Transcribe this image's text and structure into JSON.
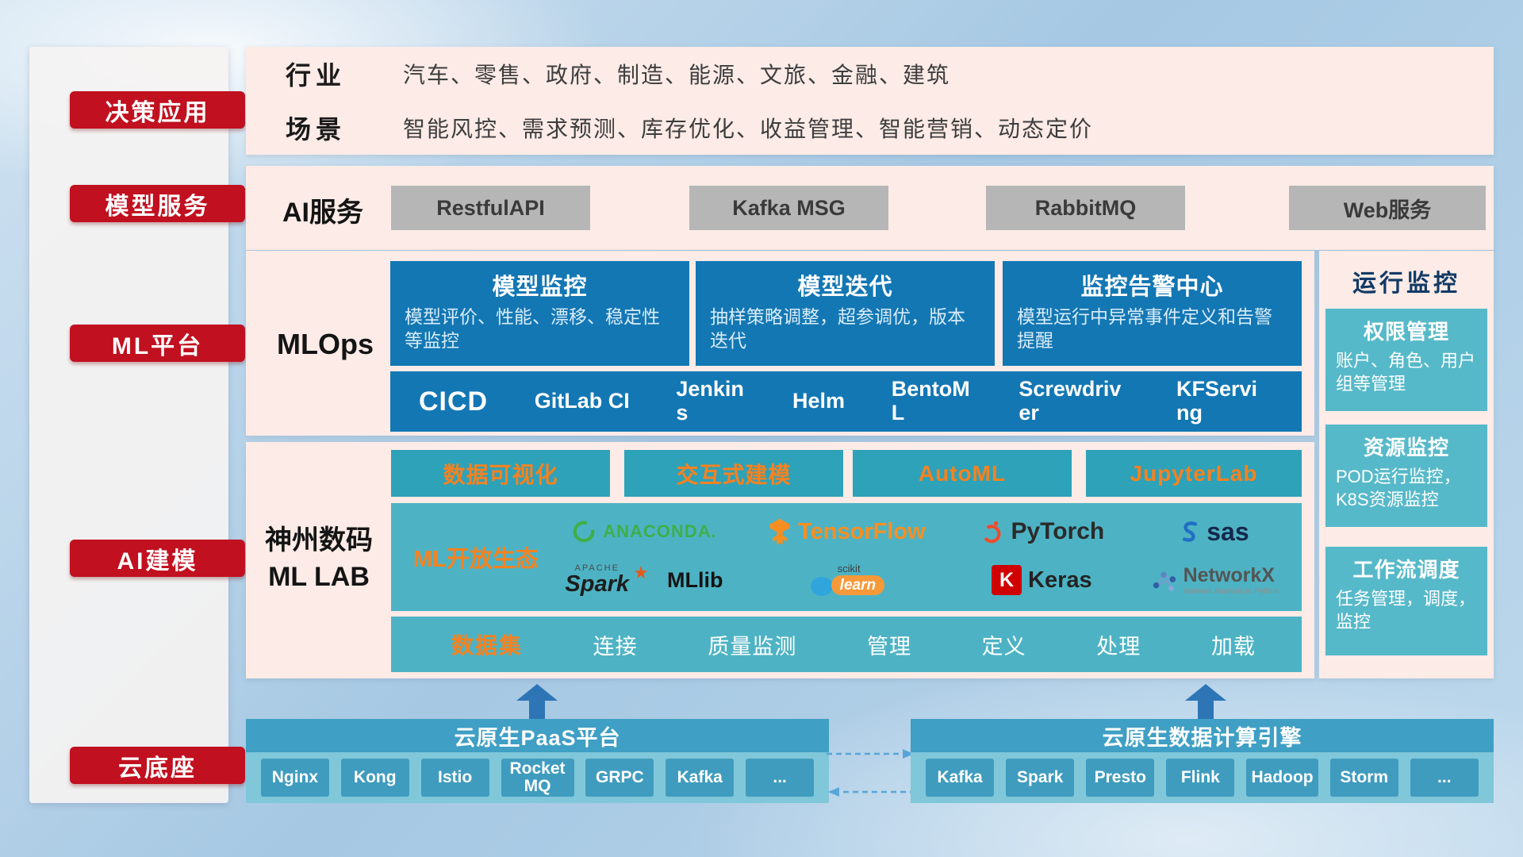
{
  "sidebar": {
    "items": [
      "决策应用",
      "模型服务",
      "ML平台",
      "AI建模",
      "云底座"
    ]
  },
  "overview": {
    "industry_label": "行业",
    "industry_value": "汽车、零售、政府、制造、能源、文旅、金融、建筑",
    "scene_label": "场景",
    "scene_value": "智能风控、需求预测、库存优化、收益管理、智能营销、动态定价"
  },
  "ai_service": {
    "label": "AI服务",
    "buttons": [
      "RestfulAPI",
      "Kafka MSG",
      "RabbitMQ",
      "Web服务"
    ]
  },
  "mlops": {
    "label": "MLOps",
    "cards": [
      {
        "title": "模型监控",
        "desc": "模型评价、性能、漂移、稳定性等监控"
      },
      {
        "title": "模型迭代",
        "desc": "抽样策略调整，超参调优，版本迭代"
      },
      {
        "title": "监控告警中心",
        "desc": "模型运行中异常事件定义和告警提醒"
      }
    ],
    "cicd_label": "CICD",
    "cicd_items": [
      "GitLab CI",
      "Jenkins",
      "Helm",
      "BentoML",
      "Screwdriver",
      "KFServing"
    ]
  },
  "mllab": {
    "label_line1": "神州数码",
    "label_line2": "ML LAB",
    "feature_buttons": [
      "数据可视化",
      "交互式建模",
      "AutoML",
      "JupyterLab"
    ],
    "eco_label": "ML开放生态",
    "logos": {
      "anaconda": "ANACONDA.",
      "tensorflow": "TensorFlow",
      "pytorch": "PyTorch",
      "sas": "sas",
      "spark_apache": "APACHE",
      "spark": "Spark",
      "mllib": "MLlib",
      "sklearn_scikit": "scikit",
      "sklearn_learn": "learn",
      "keras_k": "K",
      "keras": "Keras",
      "networkx": "NetworkX",
      "networkx_sub": "Network Analysis in Python"
    },
    "dataset_label": "数据集",
    "dataset_items": [
      "连接",
      "质量监测",
      "管理",
      "定义",
      "处理",
      "加载"
    ]
  },
  "monitor": {
    "title": "运行监控",
    "cards": [
      {
        "title": "权限管理",
        "desc": "账户、角色、用户组等管理"
      },
      {
        "title": "资源监控",
        "desc": "POD运行监控，K8S资源监控"
      },
      {
        "title": "工作流调度",
        "desc": "任务管理，调度，监控"
      }
    ]
  },
  "foundation": {
    "paas_title": "云原生PaaS平台",
    "paas_items": [
      "Nginx",
      "Kong",
      "Istio",
      "RocketMQ",
      "GRPC",
      "Kafka",
      "..."
    ],
    "engine_title": "云原生数据计算引擎",
    "engine_items": [
      "Kafka",
      "Spark",
      "Presto",
      "Flink",
      "Hadoop",
      "Storm",
      "..."
    ]
  },
  "colors": {
    "accent_red": "#c1101f",
    "panel_pink": "#fcebe6",
    "deep_blue": "#1377b4",
    "teal": "#4db3c4",
    "teal_dark": "#2ea2b8",
    "orange": "#f58220",
    "bar_blue": "#3f9fc4",
    "arrow_blue": "#2e75b6"
  }
}
